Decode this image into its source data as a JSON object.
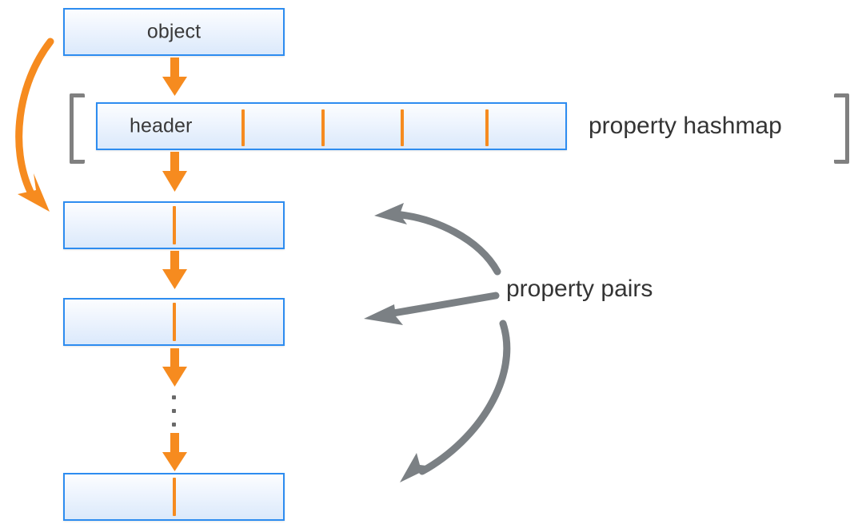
{
  "diagram": {
    "title_alt": "object property hashmap and property pairs layout",
    "colors": {
      "box_border": "#2d8cf0",
      "box_fill_top": "#fcfdff",
      "box_fill_bottom": "#dbe9fb",
      "orange": "#f68b1f",
      "gray": "#7b8084",
      "bracket_gray": "#808080",
      "text": "#343434"
    },
    "boxes": [
      {
        "name": "object-box",
        "label": "object"
      },
      {
        "name": "header-box",
        "label": "header"
      },
      {
        "name": "property-pair-box-1",
        "label": ""
      },
      {
        "name": "property-pair-box-2",
        "label": ""
      },
      {
        "name": "property-pair-box-last",
        "label": ""
      }
    ],
    "hashmap": {
      "slot_count": 4,
      "caption": "property hashmap"
    },
    "pairs": {
      "caption": "property pairs",
      "arrow_count": 3
    },
    "ellipsis": {
      "dot_count": 3
    }
  }
}
